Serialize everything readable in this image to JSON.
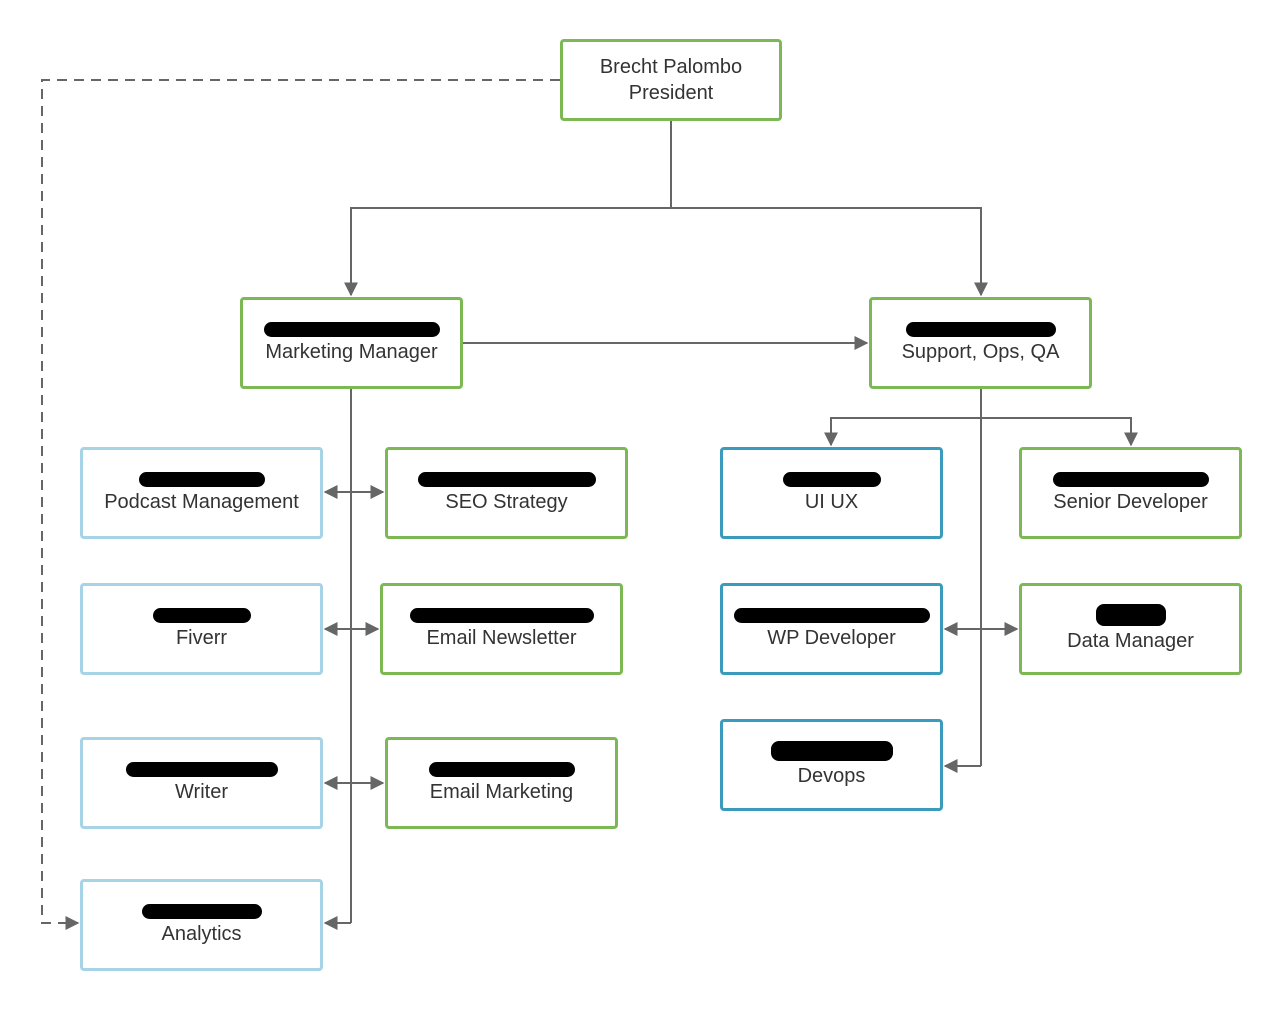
{
  "colors": {
    "green_border": "#7cb854",
    "light_blue_border": "#a7d3e6",
    "teal_border": "#3b9bbd",
    "connector": "#666666",
    "text": "#333333"
  },
  "president": {
    "name": "Brecht Palombo",
    "role": "President"
  },
  "marketing_manager": {
    "role": "Marketing Manager"
  },
  "support": {
    "role": "Support, Ops, QA"
  },
  "marketing_team": {
    "podcast": {
      "role": "Podcast Management"
    },
    "seo": {
      "role": "SEO Strategy"
    },
    "fiverr": {
      "role": "Fiverr"
    },
    "newsletter": {
      "role": "Email Newsletter"
    },
    "writer": {
      "role": "Writer"
    },
    "email_marketing": {
      "role": "Email Marketing"
    },
    "analytics": {
      "role": "Analytics"
    }
  },
  "support_team": {
    "ui_ux": {
      "role": "UI UX"
    },
    "senior_dev": {
      "role": "Senior Developer"
    },
    "wp_dev": {
      "role": "WP Developer"
    },
    "data_manager": {
      "role": "Data Manager"
    },
    "devops": {
      "role": "Devops"
    }
  }
}
